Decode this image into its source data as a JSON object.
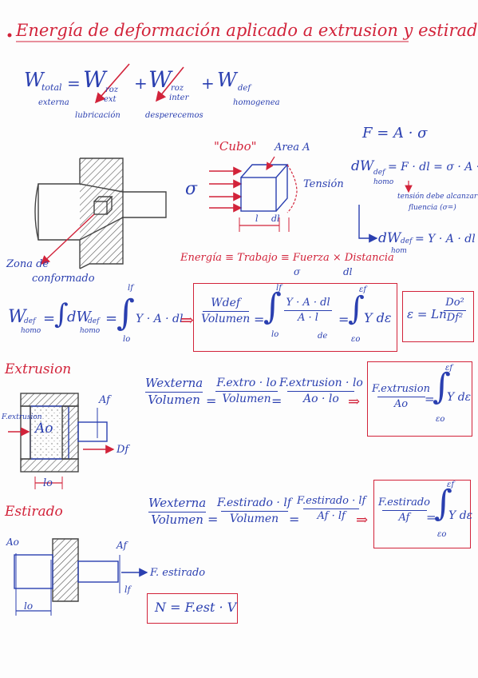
{
  "title": "Energía de deformación aplicado a extrusion y estirado",
  "wtotal_eq": {
    "lhs": "W",
    "lhs_sub": "total",
    "lhs_under": "externa",
    "eq": "=",
    "t1": "W",
    "t1_sub_a": "roz",
    "t1_sub_b": "ext",
    "t1_under": "lubricación",
    "plus1": "+",
    "t2": "W",
    "t2_sub_a": "roz",
    "t2_sub_b": "inter",
    "t2_under": "desperecemos",
    "plus2": "+",
    "t3": "W",
    "t3_sub": "def",
    "t3_under": "homogenea"
  },
  "cube": {
    "label": "\"Cubo\"",
    "area": "Area A",
    "sigma": "σ",
    "tension": "Tensión",
    "l": "l",
    "dl": "dl"
  },
  "zona": {
    "line1": "Zona de",
    "line2": "conformado"
  },
  "right_eqs": {
    "f": "F = A · σ",
    "dw": "dW",
    "dw_sub_a": "def",
    "dw_sub_b": "homo",
    "dw_rhs": "= F · dl = σ · A · dl",
    "note1": "tensión debe alcanzar",
    "note2": "fluencia (σ=)",
    "dw2": "dW",
    "dw2_sub_a": "def",
    "dw2_sub_b": "hom",
    "dw2_rhs": "= Y · A · dl"
  },
  "energia_line": "Energía ≡ Trabajo ≡ Fuerza × Distancia",
  "energia_sigma": "σ",
  "energia_dl": "dl",
  "wdef_eq": {
    "lhs": "W",
    "lhs_sub_a": "def",
    "lhs_sub_b": "homo",
    "eq1": "=",
    "int1": "∫",
    "dw": "dW",
    "dw_sub_a": "def",
    "dw_sub_b": "homo",
    "eq2": "=",
    "int2": "∫",
    "lim_top": "lf",
    "lim_bot": "lo",
    "integrand": "Y · A · dl",
    "arrow": "⇒",
    "box_num": "Wdef",
    "box_den": "Volumen",
    "box_eq": "=",
    "box_lim_top": "lf",
    "box_lim_bot": "lo",
    "box_frac_num": "Y · A · dl",
    "box_frac_den": "A · l",
    "box_frac_sub": "de",
    "box_eq2": "=",
    "box_int_top": "εf",
    "box_int_bot": "εo",
    "box_integrand": "Y dε",
    "strain": "ε = Ln",
    "strain_num": "Do²",
    "strain_den": "Df²"
  },
  "extrusion": {
    "title": "Extrusion",
    "f_label": "F.extrusion",
    "ao": "Ao",
    "af": "Af",
    "df": "Df",
    "lo": "lo",
    "eq_num1": "Wexterna",
    "eq_den1": "Volumen",
    "eq1": "=",
    "eq_num2": "F.extro · lo",
    "eq_den2": "Volumen",
    "eq2": "=",
    "eq_num3": "F.extrusion · lo",
    "eq_den3": "Ao · lo",
    "arrow": "⇒",
    "box_num": "F.extrusion",
    "box_den": "Ao",
    "box_eq": "=",
    "box_int_top": "εf",
    "box_int_bot": "εo",
    "box_integrand": "Y dε"
  },
  "estirado": {
    "title": "Estirado",
    "ao": "Ao",
    "af": "Af",
    "lo": "lo",
    "lf": "lf",
    "f_label": "F. estirado",
    "eq_num1": "Wexterna",
    "eq_den1": "Volumen",
    "eq1": "=",
    "eq_num2": "F.estirado · lf",
    "eq_den2": "Volumen",
    "eq2": "=",
    "eq_num3": "F.estirado · lf",
    "eq_den3": "Af · lf",
    "arrow": "⇒",
    "box_num": "F.estirado",
    "box_den": "Af",
    "box_eq": "=",
    "box_int_top": "εf",
    "box_int_bot": "εo",
    "box_integrand": "Y dε",
    "velocity": "N = F.est · V"
  },
  "colors": {
    "ink": "#2a3fb0",
    "red": "#d2233a",
    "pencil": "#555555"
  }
}
